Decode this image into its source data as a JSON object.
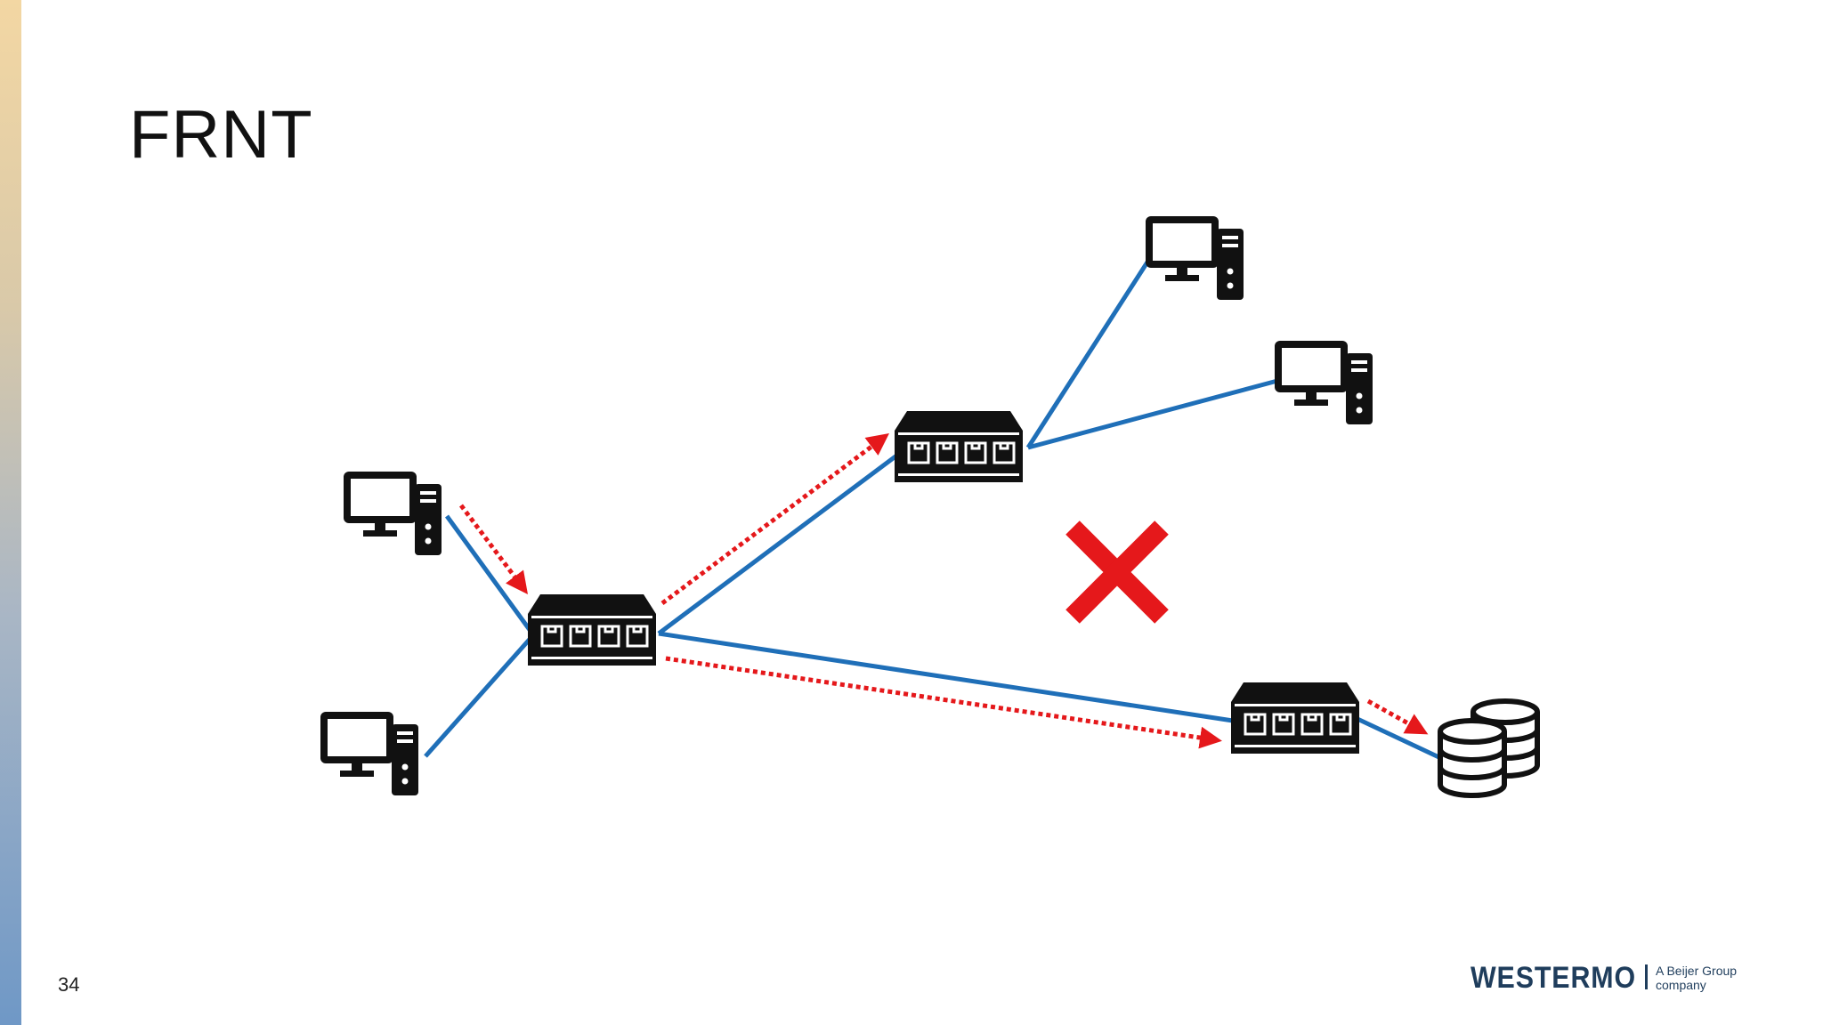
{
  "slide": {
    "title": "FRNT",
    "page_number": "34"
  },
  "logo": {
    "brand": "WESTERMO",
    "tagline_1": "A Beijer Group",
    "tagline_2": "company"
  },
  "colors": {
    "link_line": "#1f6fb8",
    "traffic_arrow": "#e5181b",
    "failure_mark": "#e5181b",
    "device": "#111111",
    "brand": "#1f3d5c"
  },
  "icons": [
    "computer-icon",
    "network-switch-icon",
    "database-icon",
    "failure-x-icon"
  ]
}
